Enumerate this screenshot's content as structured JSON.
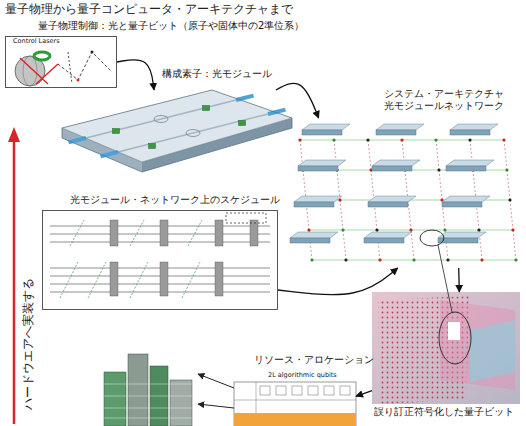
{
  "diagram": {
    "title": "量子物理から量子コンピュータ・アーキテクチャまで",
    "nodes": [
      {
        "text": [
          "Control Lasers"
        ]
      },
      {
        "text": [
          "構成素子：光モジュール"
        ]
      },
      {
        "text": [
          "システム・アーキテクチャ 光モジュールネットワーク"
        ]
      },
      {
        "text": [
          "光モジュール・ネットワーク上のスケジュール"
        ]
      },
      {
        "text": [
          "誤り訂正符号化した量子ビット"
        ]
      },
      {
        "text": [
          "リソース・アロケーション",
          "2L algorithmic qubits"
        ]
      }
    ],
    "edges": [
      {
        "from": 0,
        "to": 1,
        "arrow": "to"
      },
      {
        "from": 1,
        "to": 2,
        "arrow": "to"
      },
      {
        "from": 3,
        "to": 2,
        "arrow": "to"
      },
      {
        "from": 2,
        "to": 4,
        "arrow": "to"
      },
      {
        "from": 4,
        "to": 5,
        "arrow": "to"
      }
    ],
    "labels": [
      "量子物理制御：光と量子ビット（原子や固体中の2準位系）",
      "ハードウエアへ実装する"
    ]
  }
}
